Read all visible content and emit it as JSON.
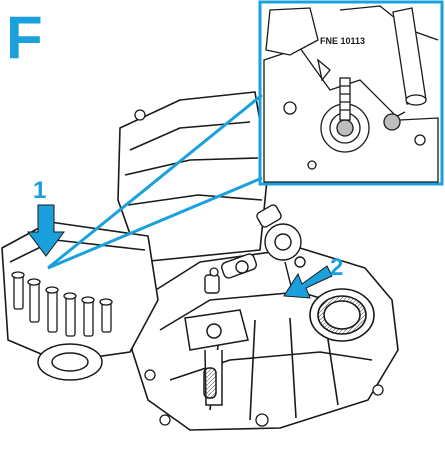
{
  "figure": {
    "letter": "F",
    "callout_1": "1",
    "callout_2": "2",
    "inset_tool_label": "FNE 10113"
  },
  "colors": {
    "accent": "#1aa0dc",
    "line": "#1a1a1a",
    "paper": "#ffffff",
    "shade": "#d9d9d9"
  }
}
